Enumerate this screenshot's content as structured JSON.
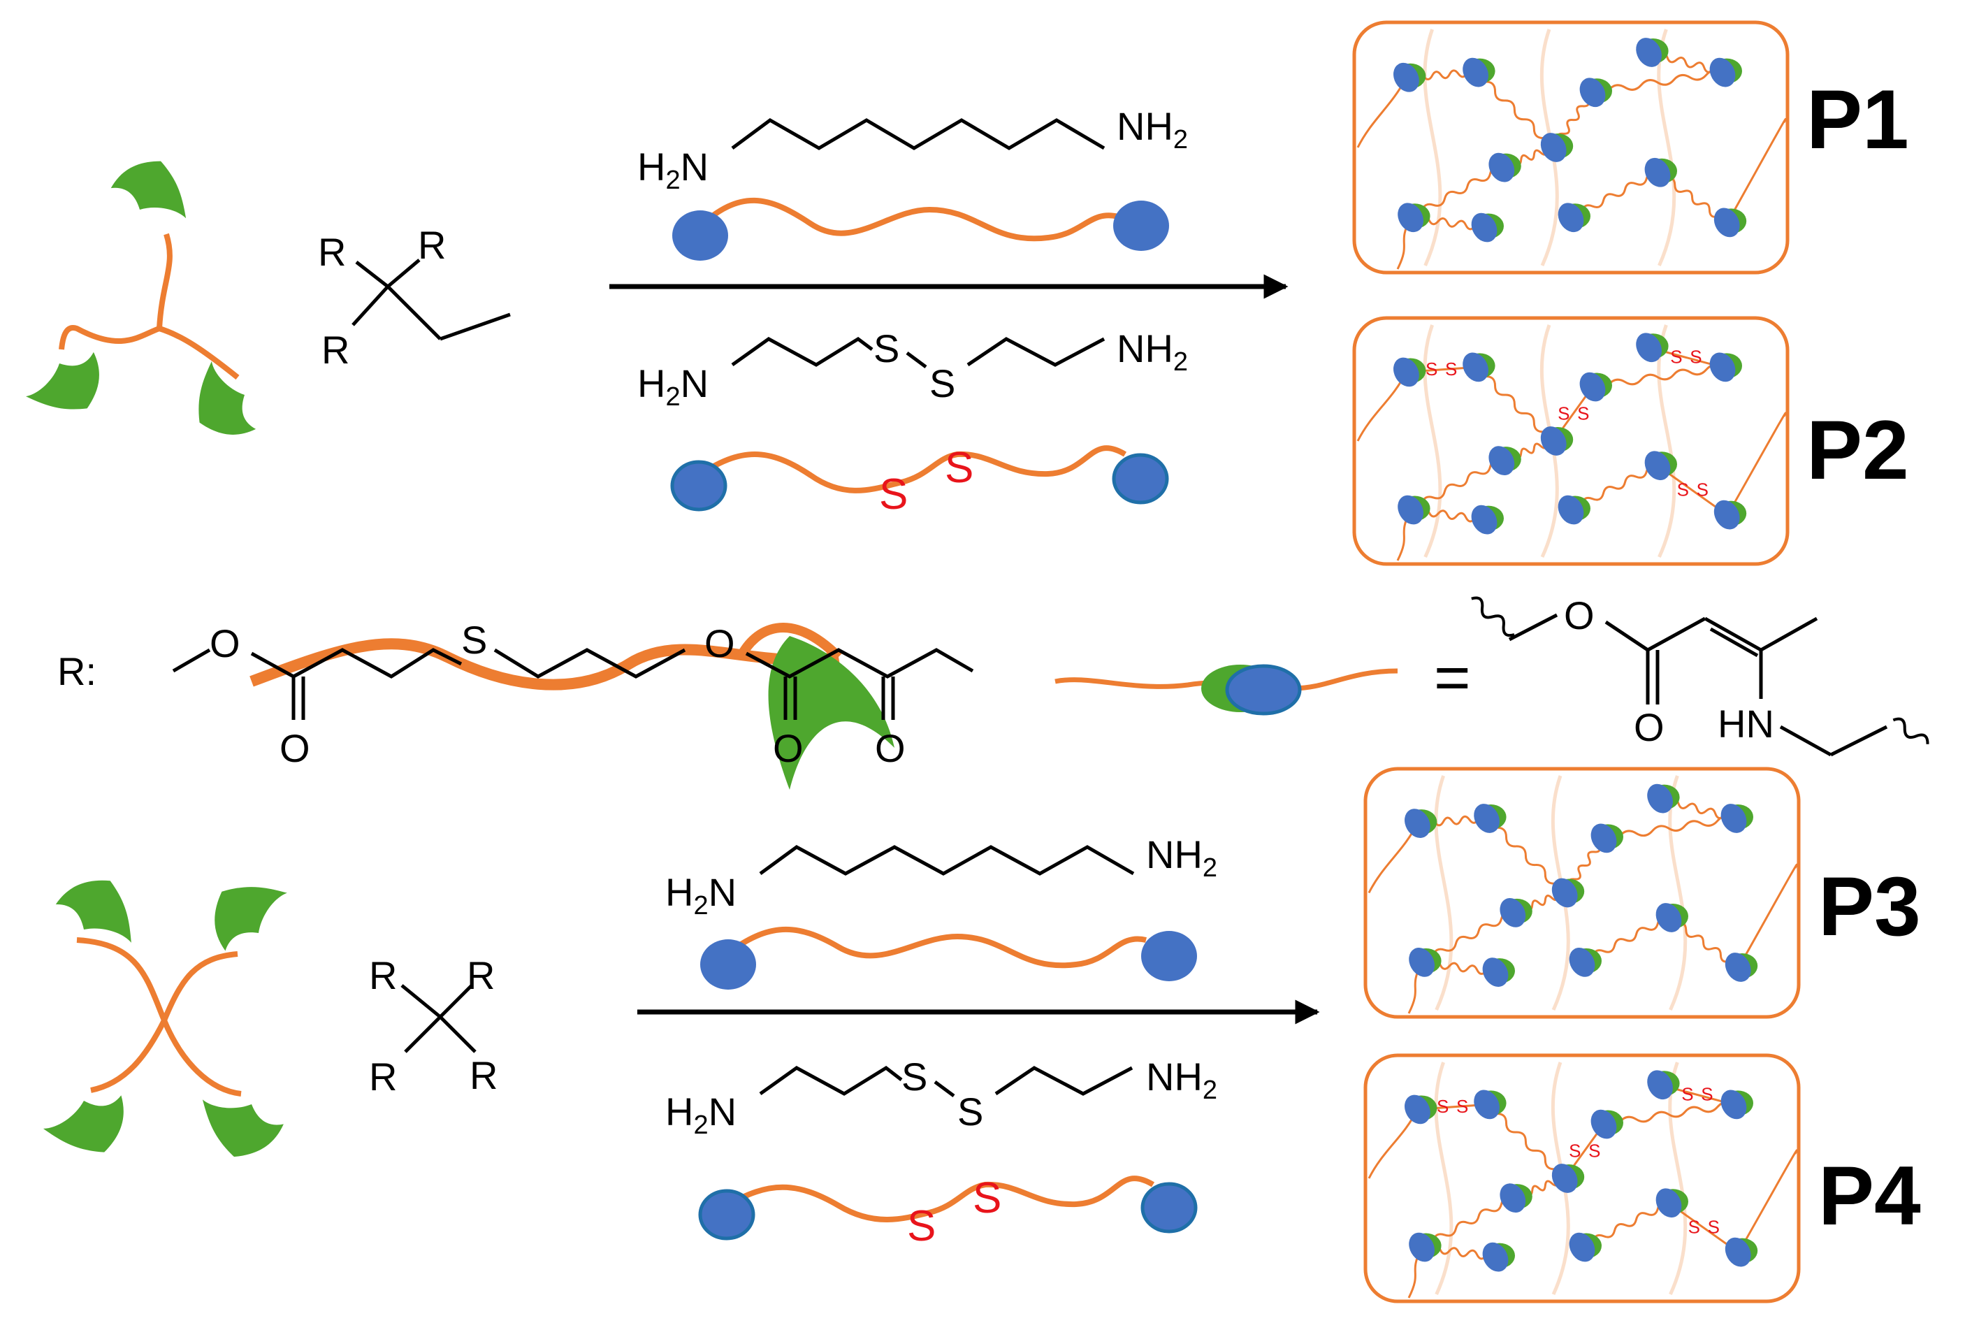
{
  "colors": {
    "linker": "#ed7d31",
    "end_group": "#4472c4",
    "end_group_edge": "#1f6fa8",
    "acetoacetate": "#4ea72e",
    "disulfide": "#e8141b",
    "bond": "#000000"
  },
  "icons": {
    "arm_end": "green-crescent-icon",
    "amine_end": "blue-dot-icon"
  },
  "labels": {
    "r_prefix": "R:",
    "equals": "=",
    "o": "O",
    "s": "S",
    "r": "R",
    "h2n_h": "H",
    "h2n_sub": "2",
    "h2n_n": "N",
    "nh2_nh": "NH",
    "nh2_sub": "2",
    "hn": "HN"
  },
  "products": [
    "P1",
    "P2",
    "P3",
    "P4"
  ]
}
